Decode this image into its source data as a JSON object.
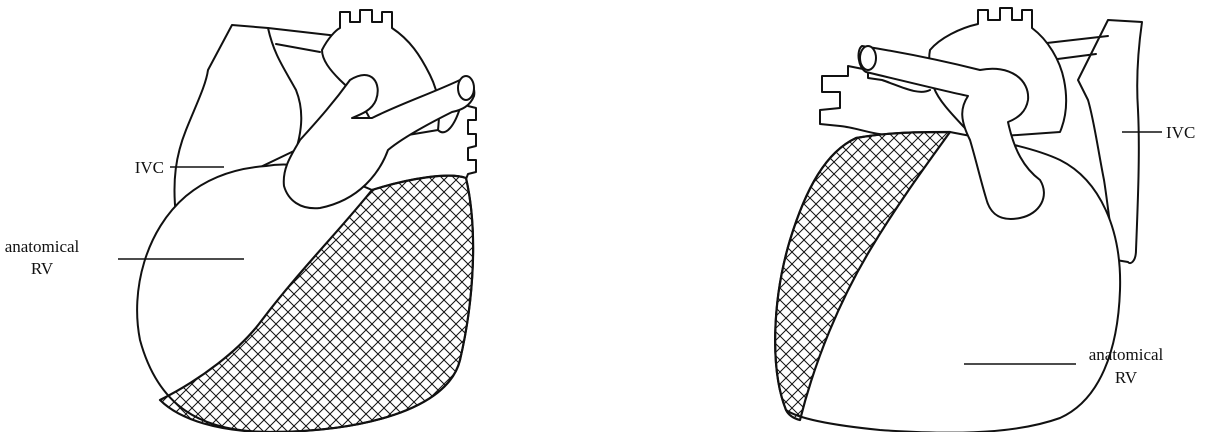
{
  "figures": [
    {
      "id": "left-heart",
      "labels": {
        "ivc": "IVC",
        "rv_line1": "anatomical",
        "rv_line2": "RV"
      }
    },
    {
      "id": "right-heart",
      "labels": {
        "ivc": "IVC",
        "rv_line1": "anatomical",
        "rv_line2": "RV"
      }
    }
  ],
  "colors": {
    "ink": "#111111",
    "background": "#ffffff"
  }
}
